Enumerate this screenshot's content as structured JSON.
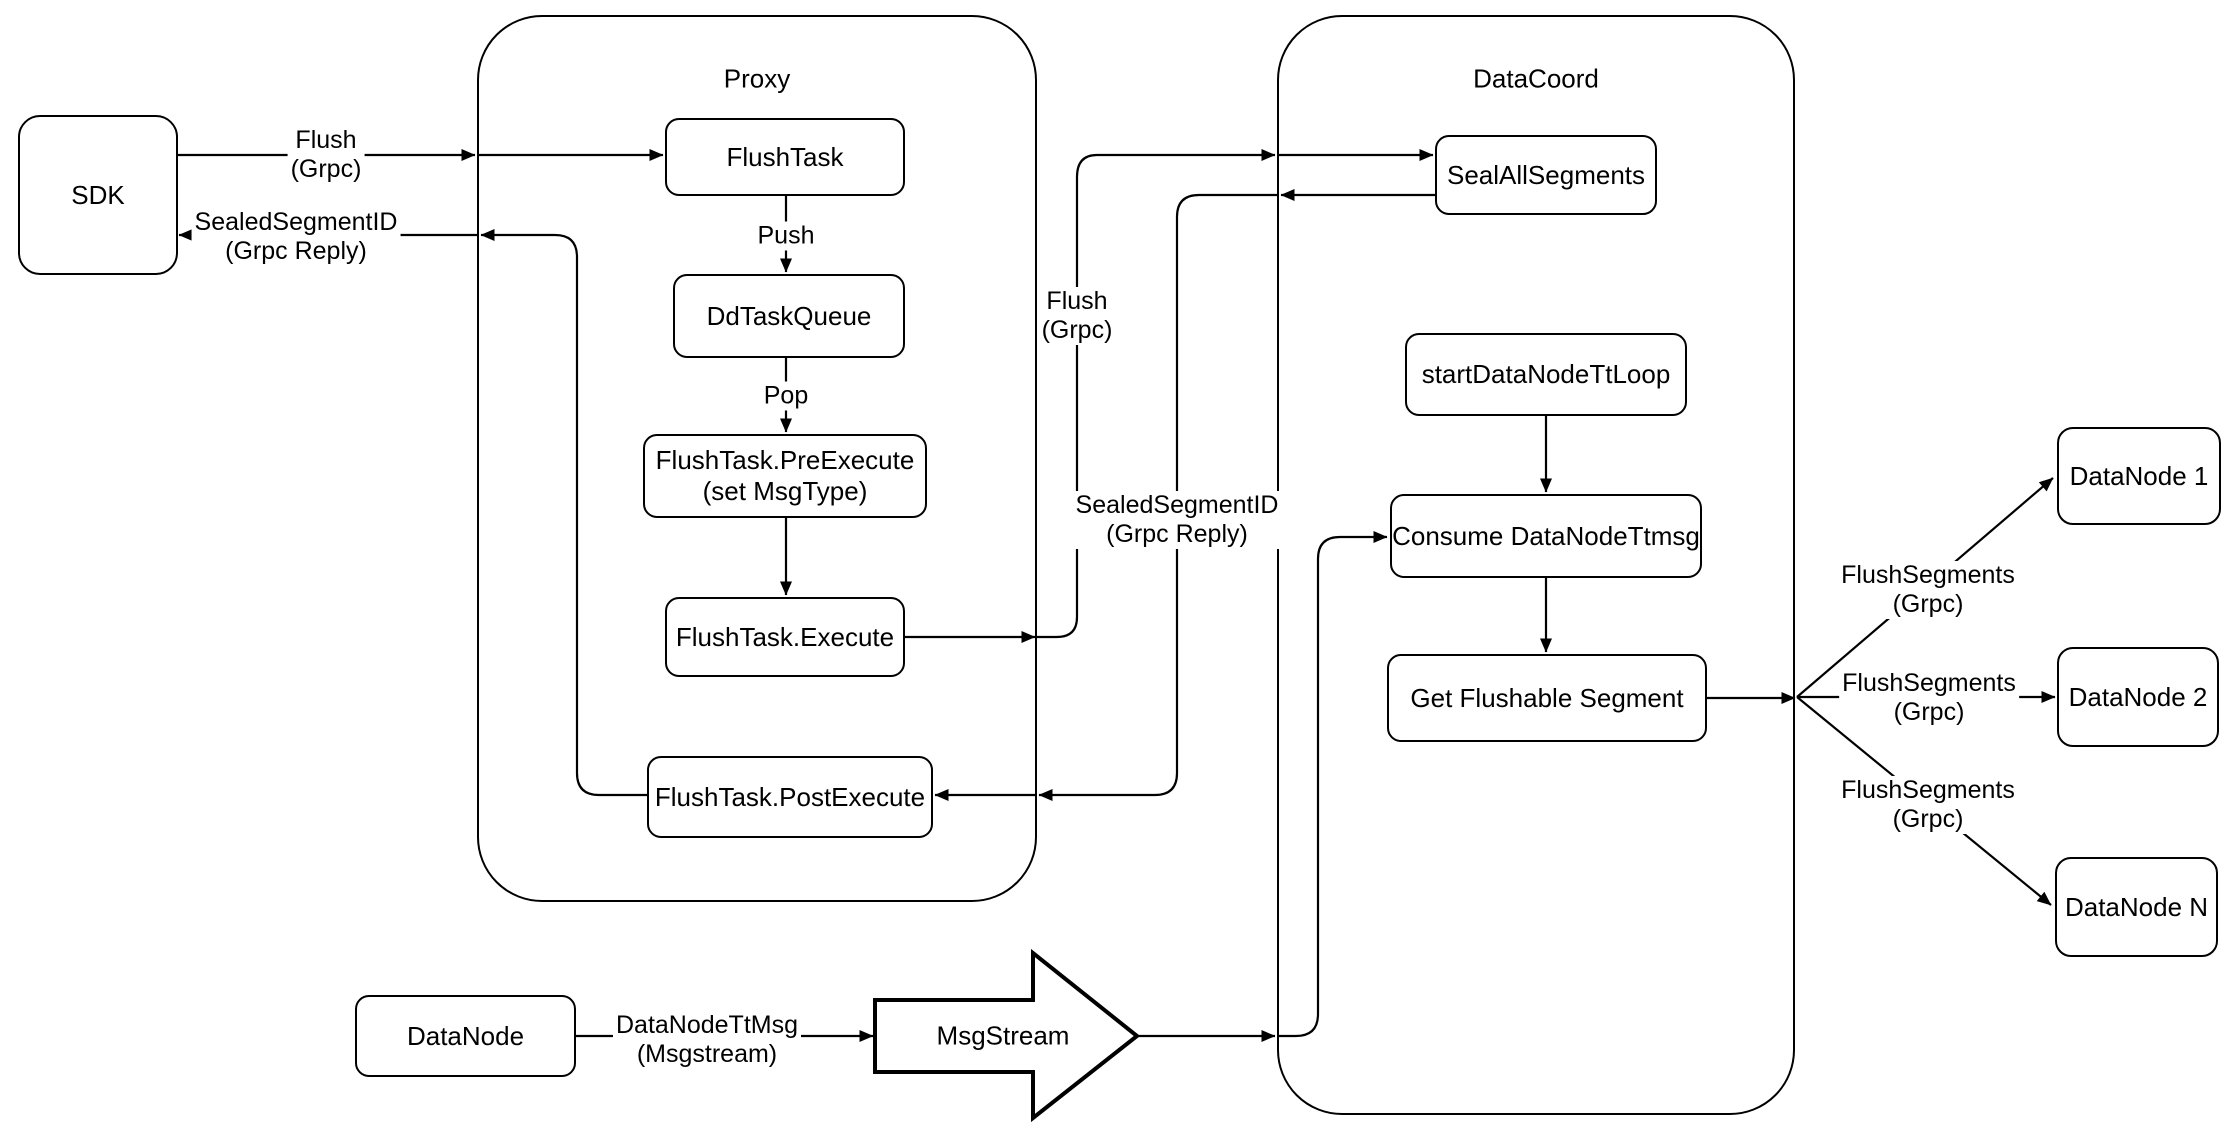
{
  "containers": {
    "proxy": "Proxy",
    "datacoord": "DataCoord"
  },
  "nodes": {
    "sdk": "SDK",
    "flush_task": "FlushTask",
    "dd_task_queue": "DdTaskQueue",
    "pre_execute_1": "FlushTask.PreExecute",
    "pre_execute_2": "(set MsgType)",
    "execute": "FlushTask.Execute",
    "post_execute": "FlushTask.PostExecute",
    "seal_all_segments": "SealAllSegments",
    "start_datanode_tt_loop": "startDataNodeTtLoop",
    "consume_datanode_ttmsg": "Consume DataNodeTtmsg",
    "get_flushable_segment": "Get Flushable Segment",
    "datanode_1": "DataNode 1",
    "datanode_2": "DataNode 2",
    "datanode_n": "DataNode N",
    "datanode": "DataNode",
    "msgstream": "MsgStream"
  },
  "edge_labels": {
    "flush_sdk": {
      "line1": "Flush",
      "line2": "(Grpc)"
    },
    "sealed_sdk": {
      "line1": "SealedSegmentID",
      "line2": "(Grpc Reply)"
    },
    "push": {
      "line1": "Push"
    },
    "pop": {
      "line1": "Pop"
    },
    "flush_mid": {
      "line1": "Flush",
      "line2": "(Grpc)"
    },
    "sealed_mid": {
      "line1": "SealedSegmentID",
      "line2": "(Grpc Reply)"
    },
    "datanode_ttmsg": {
      "line1": "DataNodeTtMsg",
      "line2": "(Msgstream)"
    },
    "flush_segments_1": {
      "line1": "FlushSegments",
      "line2": "(Grpc)"
    },
    "flush_segments_2": {
      "line1": "FlushSegments",
      "line2": "(Grpc)"
    },
    "flush_segments_3": {
      "line1": "FlushSegments",
      "line2": "(Grpc)"
    }
  },
  "colors": {
    "stroke": "#000000",
    "background": "#ffffff"
  }
}
